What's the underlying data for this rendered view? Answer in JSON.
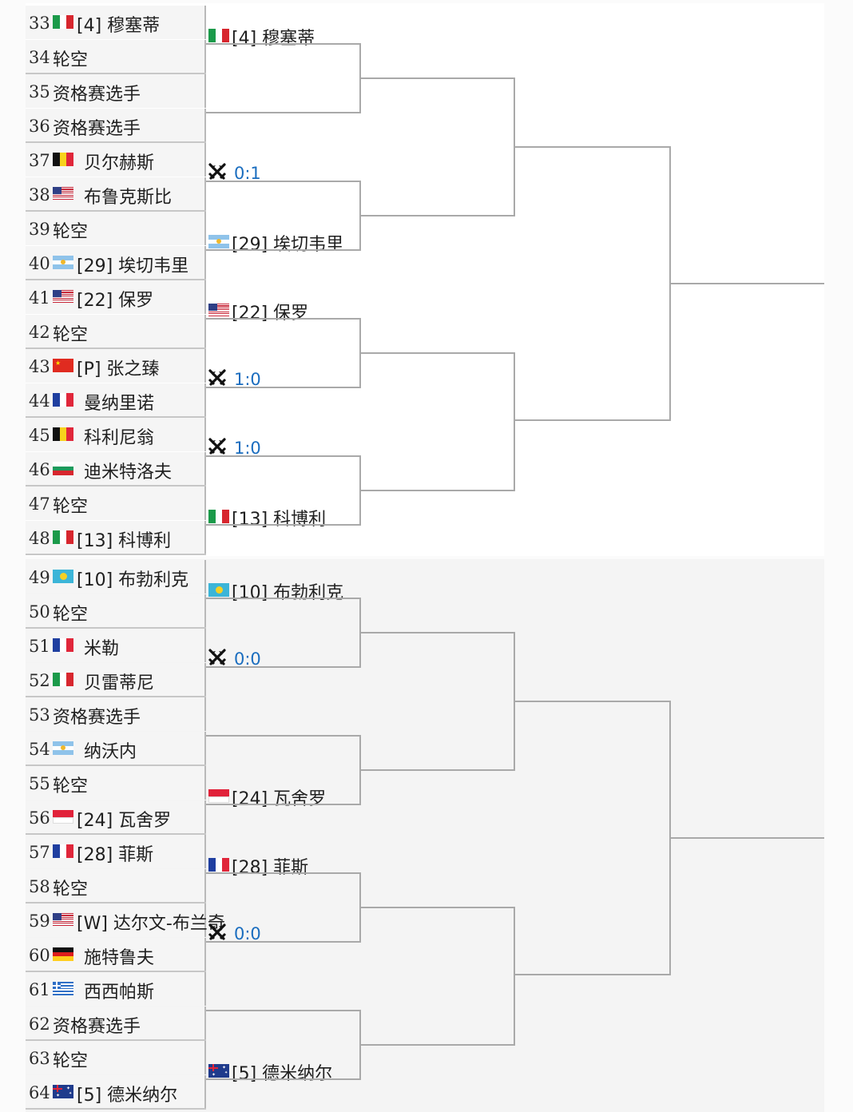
{
  "top_half": {
    "r1": [
      {
        "no": "33",
        "flag": "italy",
        "name": "[4] 穆塞蒂"
      },
      {
        "no": "34",
        "flag": "",
        "name": "轮空"
      },
      {
        "no": "35",
        "flag": "",
        "name": "资格赛选手"
      },
      {
        "no": "36",
        "flag": "",
        "name": "资格赛选手"
      },
      {
        "no": "37",
        "flag": "belgium",
        "name": "贝尔赫斯"
      },
      {
        "no": "38",
        "flag": "usa",
        "name": "布鲁克斯比"
      },
      {
        "no": "39",
        "flag": "",
        "name": "轮空"
      },
      {
        "no": "40",
        "flag": "argentina",
        "name": "[29] 埃切韦里"
      },
      {
        "no": "41",
        "flag": "usa",
        "name": "[22] 保罗"
      },
      {
        "no": "42",
        "flag": "",
        "name": "轮空"
      },
      {
        "no": "43",
        "flag": "china",
        "name": "[P] 张之臻"
      },
      {
        "no": "44",
        "flag": "france",
        "name": "曼纳里诺"
      },
      {
        "no": "45",
        "flag": "belgium",
        "name": "科利尼翁"
      },
      {
        "no": "46",
        "flag": "bulgaria",
        "name": "迪米特洛夫"
      },
      {
        "no": "47",
        "flag": "",
        "name": "轮空"
      },
      {
        "no": "48",
        "flag": "italy",
        "name": "[13] 科博利"
      }
    ],
    "r2": [
      {
        "flag": "italy",
        "name": "[4] 穆塞蒂"
      },
      {
        "flag": "",
        "name": ""
      },
      {
        "score": "0:1"
      },
      {
        "flag": "argentina",
        "name": "[29] 埃切韦里"
      },
      {
        "flag": "usa",
        "name": "[22] 保罗"
      },
      {
        "score": "1:0"
      },
      {
        "score": "1:0"
      },
      {
        "flag": "italy",
        "name": "[13] 科博利"
      }
    ]
  },
  "bottom_half": {
    "r1": [
      {
        "no": "49",
        "flag": "kazakhstan",
        "name": "[10] 布勃利克"
      },
      {
        "no": "50",
        "flag": "",
        "name": "轮空"
      },
      {
        "no": "51",
        "flag": "france",
        "name": "米勒"
      },
      {
        "no": "52",
        "flag": "italy",
        "name": "贝雷蒂尼"
      },
      {
        "no": "53",
        "flag": "",
        "name": "资格赛选手"
      },
      {
        "no": "54",
        "flag": "argentina",
        "name": "纳沃内"
      },
      {
        "no": "55",
        "flag": "",
        "name": "轮空"
      },
      {
        "no": "56",
        "flag": "monaco",
        "name": "[24] 瓦舍罗"
      },
      {
        "no": "57",
        "flag": "france",
        "name": "[28] 菲斯"
      },
      {
        "no": "58",
        "flag": "",
        "name": "轮空"
      },
      {
        "no": "59",
        "flag": "usa",
        "name": "[W] 达尔文-布兰奇"
      },
      {
        "no": "60",
        "flag": "germany",
        "name": "施特鲁夫"
      },
      {
        "no": "61",
        "flag": "greece",
        "name": "西西帕斯"
      },
      {
        "no": "62",
        "flag": "",
        "name": "资格赛选手"
      },
      {
        "no": "63",
        "flag": "",
        "name": "轮空"
      },
      {
        "no": "64",
        "flag": "australia",
        "name": "[5] 德米纳尔"
      }
    ],
    "r2": [
      {
        "flag": "kazakhstan",
        "name": "[10] 布勃利克"
      },
      {
        "score": "0:0"
      },
      {
        "flag": "",
        "name": ""
      },
      {
        "flag": "monaco",
        "name": "[24] 瓦舍罗"
      },
      {
        "flag": "france",
        "name": "[28] 菲斯"
      },
      {
        "score": "0:0"
      },
      {
        "flag": "",
        "name": ""
      },
      {
        "flag": "australia",
        "name": "[5] 德米纳尔"
      }
    ]
  },
  "icons": {
    "head_to_head": "crossed-swords-icon"
  },
  "colors": {
    "score": "#1a6dbf",
    "line": "#a9a9a9",
    "cell_bg": "#f5f5f5"
  }
}
